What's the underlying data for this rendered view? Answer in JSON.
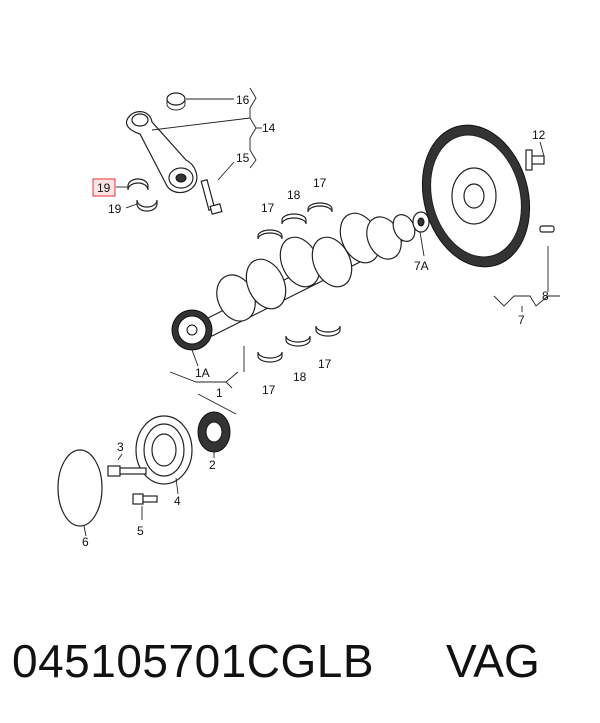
{
  "callouts": {
    "c16": "16",
    "c14": "14",
    "c15": "15",
    "c19a": "19",
    "c19b": "19",
    "c18a": "18",
    "c17a": "17",
    "c17b": "17",
    "c12": "12",
    "c7A": "7A",
    "c8": "8",
    "c7": "7",
    "c1A": "1A",
    "c1": "1",
    "c17c": "17",
    "c18b": "18",
    "c17d": "17",
    "c3": "3",
    "c2": "2",
    "c4": "4",
    "c5": "5",
    "c6": "6"
  },
  "highlight_color": "#e8323c",
  "footer": {
    "part_number": "045105701CGLB",
    "brand": "VAG"
  }
}
